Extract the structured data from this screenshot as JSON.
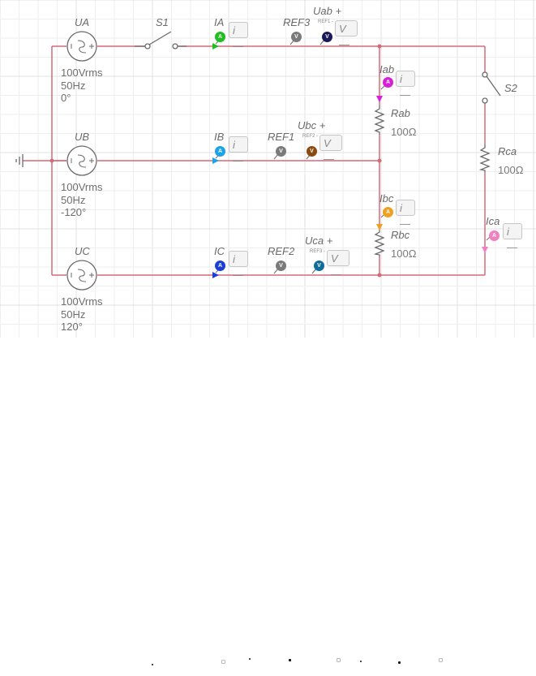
{
  "colors": {
    "wire": "#d46b78",
    "grid_minor": "#eeeeee",
    "grid_major": "#e0e0e0",
    "component": "#6b6b6b",
    "ammeter_ia": "#1fbf1f",
    "ammeter_ib": "#1aa3e8",
    "ammeter_ic": "#1c3fd8",
    "ammeter_iab": "#d81fd8",
    "ammeter_ibc": "#f0a020",
    "ammeter_ica": "#f080c0",
    "ref_probe": "#7a7a7a",
    "vprobe_uab": "#1a1a5a",
    "vprobe_ubc": "#8a4a10",
    "vprobe_uca": "#106a9a"
  },
  "sources": {
    "ua": {
      "name": "UA",
      "voltage": "100Vrms",
      "freq": "50Hz",
      "phase": "0°"
    },
    "ub": {
      "name": "UB",
      "voltage": "100Vrms",
      "freq": "50Hz",
      "phase": "-120°"
    },
    "uc": {
      "name": "UC",
      "voltage": "100Vrms",
      "freq": "50Hz",
      "phase": "120°"
    }
  },
  "switches": {
    "s1": "S1",
    "s2": "S2"
  },
  "resistors": {
    "rab": {
      "name": "Rab",
      "value": "100Ω"
    },
    "rbc": {
      "name": "Rbc",
      "value": "100Ω"
    },
    "rca": {
      "name": "Rca",
      "value": "100Ω"
    }
  },
  "ammeters": {
    "ia": {
      "name": "IA",
      "badge": "A",
      "readout": "i —"
    },
    "ib": {
      "name": "IB",
      "badge": "A",
      "readout": "i —"
    },
    "ic": {
      "name": "IC",
      "badge": "A",
      "readout": "i —"
    },
    "iab": {
      "name": "Iab",
      "badge": "A",
      "readout": "i —"
    },
    "ibc": {
      "name": "Ibc",
      "badge": "A",
      "readout": "i —"
    },
    "ica": {
      "name": "Ica",
      "badge": "A",
      "readout": "i —"
    }
  },
  "references": {
    "ref3": "REF3",
    "ref1": "REF1",
    "ref2": "REF2",
    "badge": "V"
  },
  "voltmeters": {
    "uab": {
      "name": "Uab +",
      "ref": "REF1 -",
      "badge": "V",
      "readout": "V —"
    },
    "ubc": {
      "name": "Ubc +",
      "ref": "REF2 -",
      "badge": "V",
      "readout": "V —"
    },
    "uca": {
      "name": "Uca +",
      "ref": "REF3 -",
      "badge": "V",
      "readout": "V —"
    }
  }
}
